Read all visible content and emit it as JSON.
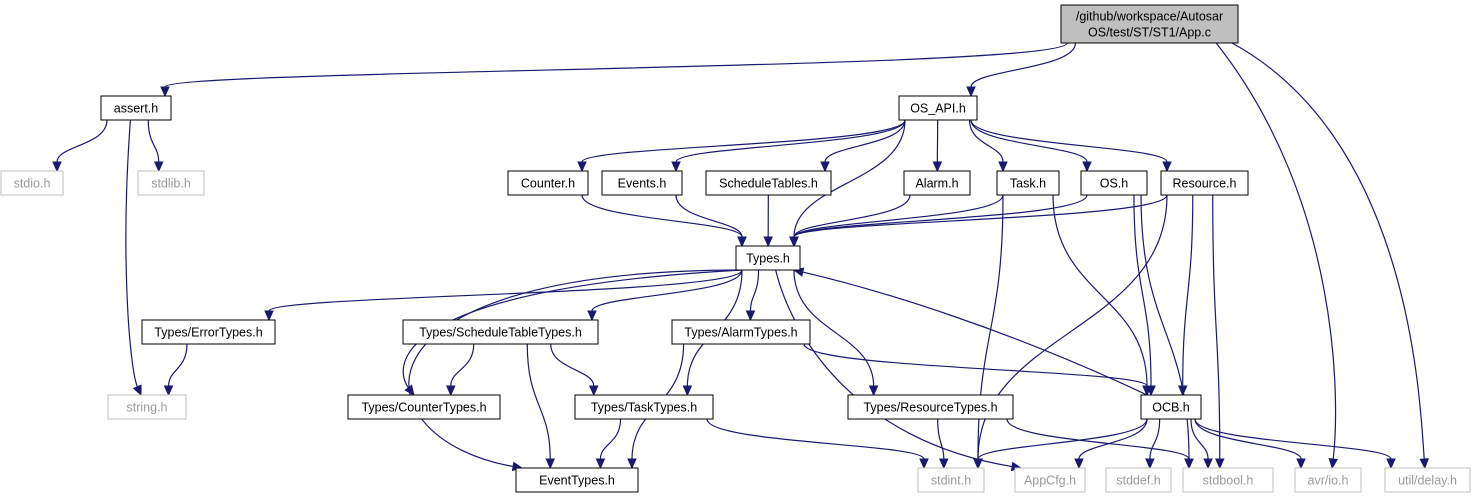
{
  "diagram": {
    "nodes": [
      {
        "id": "app",
        "lines": [
          "/github/workspace/Autosar",
          "OS/test/ST/ST1/App.c"
        ],
        "kind": "root"
      },
      {
        "id": "assert",
        "lines": [
          "assert.h"
        ],
        "kind": "normal"
      },
      {
        "id": "osapi",
        "lines": [
          "OS_API.h"
        ],
        "kind": "normal"
      },
      {
        "id": "stdio",
        "lines": [
          "stdio.h"
        ],
        "kind": "ext"
      },
      {
        "id": "stdlib",
        "lines": [
          "stdlib.h"
        ],
        "kind": "ext"
      },
      {
        "id": "counter",
        "lines": [
          "Counter.h"
        ],
        "kind": "normal"
      },
      {
        "id": "events",
        "lines": [
          "Events.h"
        ],
        "kind": "normal"
      },
      {
        "id": "sched",
        "lines": [
          "ScheduleTables.h"
        ],
        "kind": "normal"
      },
      {
        "id": "alarm",
        "lines": [
          "Alarm.h"
        ],
        "kind": "normal"
      },
      {
        "id": "task",
        "lines": [
          "Task.h"
        ],
        "kind": "normal"
      },
      {
        "id": "os",
        "lines": [
          "OS.h"
        ],
        "kind": "normal"
      },
      {
        "id": "resource",
        "lines": [
          "Resource.h"
        ],
        "kind": "normal"
      },
      {
        "id": "types",
        "lines": [
          "Types.h"
        ],
        "kind": "normal"
      },
      {
        "id": "errortypes",
        "lines": [
          "Types/ErrorTypes.h"
        ],
        "kind": "normal"
      },
      {
        "id": "schedtypes",
        "lines": [
          "Types/ScheduleTableTypes.h"
        ],
        "kind": "normal"
      },
      {
        "id": "alarmtypes",
        "lines": [
          "Types/AlarmTypes.h"
        ],
        "kind": "normal"
      },
      {
        "id": "string",
        "lines": [
          "string.h"
        ],
        "kind": "ext"
      },
      {
        "id": "countertypes",
        "lines": [
          "Types/CounterTypes.h"
        ],
        "kind": "normal"
      },
      {
        "id": "tasktypes",
        "lines": [
          "Types/TaskTypes.h"
        ],
        "kind": "normal"
      },
      {
        "id": "resourcetypes",
        "lines": [
          "Types/ResourceTypes.h"
        ],
        "kind": "normal"
      },
      {
        "id": "ocb",
        "lines": [
          "OCB.h"
        ],
        "kind": "normal"
      },
      {
        "id": "eventtypes",
        "lines": [
          "EventTypes.h"
        ],
        "kind": "normal"
      },
      {
        "id": "stdint",
        "lines": [
          "stdint.h"
        ],
        "kind": "ext"
      },
      {
        "id": "appcfg",
        "lines": [
          "AppCfg.h"
        ],
        "kind": "ext"
      },
      {
        "id": "stddef",
        "lines": [
          "stddef.h"
        ],
        "kind": "ext"
      },
      {
        "id": "stdbool",
        "lines": [
          "stdbool.h"
        ],
        "kind": "ext"
      },
      {
        "id": "avrio",
        "lines": [
          "avr/io.h"
        ],
        "kind": "ext"
      },
      {
        "id": "utildelay",
        "lines": [
          "util/delay.h"
        ],
        "kind": "ext"
      }
    ],
    "edges": [
      [
        "app",
        "assert"
      ],
      [
        "app",
        "osapi"
      ],
      [
        "app",
        "avrio"
      ],
      [
        "app",
        "utildelay"
      ],
      [
        "assert",
        "stdio"
      ],
      [
        "assert",
        "stdlib"
      ],
      [
        "assert",
        "string"
      ],
      [
        "osapi",
        "counter"
      ],
      [
        "osapi",
        "events"
      ],
      [
        "osapi",
        "sched"
      ],
      [
        "osapi",
        "alarm"
      ],
      [
        "osapi",
        "task"
      ],
      [
        "osapi",
        "os"
      ],
      [
        "osapi",
        "resource"
      ],
      [
        "osapi",
        "types"
      ],
      [
        "counter",
        "types"
      ],
      [
        "events",
        "types"
      ],
      [
        "sched",
        "types"
      ],
      [
        "alarm",
        "types"
      ],
      [
        "task",
        "types"
      ],
      [
        "task",
        "stdint"
      ],
      [
        "task",
        "ocb"
      ],
      [
        "os",
        "types"
      ],
      [
        "os",
        "ocb"
      ],
      [
        "os",
        "stdbool"
      ],
      [
        "resource",
        "types"
      ],
      [
        "resource",
        "stdint"
      ],
      [
        "resource",
        "ocb"
      ],
      [
        "resource",
        "stdbool"
      ],
      [
        "types",
        "errortypes"
      ],
      [
        "types",
        "schedtypes"
      ],
      [
        "types",
        "alarmtypes"
      ],
      [
        "types",
        "countertypes"
      ],
      [
        "types",
        "tasktypes"
      ],
      [
        "types",
        "resourcetypes"
      ],
      [
        "types",
        "eventtypes"
      ],
      [
        "types",
        "appcfg"
      ],
      [
        "errortypes",
        "string"
      ],
      [
        "schedtypes",
        "countertypes"
      ],
      [
        "schedtypes",
        "tasktypes"
      ],
      [
        "schedtypes",
        "eventtypes"
      ],
      [
        "alarmtypes",
        "eventtypes"
      ],
      [
        "alarmtypes",
        "ocb"
      ],
      [
        "tasktypes",
        "eventtypes"
      ],
      [
        "tasktypes",
        "stdint"
      ],
      [
        "resourcetypes",
        "stdint"
      ],
      [
        "resourcetypes",
        "stdbool"
      ],
      [
        "ocb",
        "types"
      ],
      [
        "ocb",
        "stdint"
      ],
      [
        "ocb",
        "appcfg"
      ],
      [
        "ocb",
        "stddef"
      ],
      [
        "ocb",
        "stdbool"
      ],
      [
        "ocb",
        "avrio"
      ],
      [
        "ocb",
        "utildelay"
      ]
    ]
  }
}
